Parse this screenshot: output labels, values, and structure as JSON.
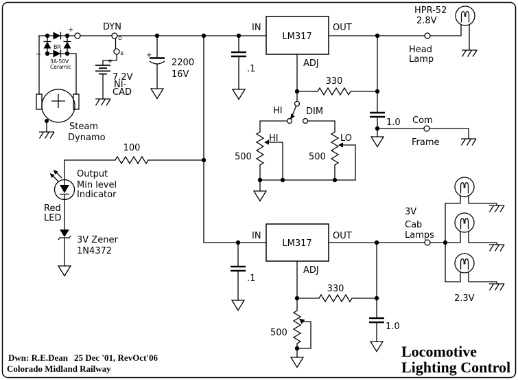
{
  "colors": {
    "ink": "#000000",
    "paper": "#ffffff"
  },
  "title_block": {
    "drawn_by": "Dwn: R.E.Dean",
    "revision": "25 Dec '01, RevOct'06",
    "organization": "Colorado Midland Railway",
    "title_line1": "Locomotive",
    "title_line2": "Lighting Control"
  },
  "power": {
    "bridge": {
      "name": "BR",
      "plus": "+",
      "minus": "−",
      "rating1": "3A-50V",
      "rating2": "Ceramic"
    },
    "dynamo": {
      "line1": "Steam",
      "line2": "Dynamo"
    },
    "connector": {
      "label": "DYN",
      "pin_d": "D",
      "pin_b": "B"
    },
    "battery": {
      "plus": "+",
      "v1": "7.2V",
      "v2": "NI-",
      "v3": "CAD"
    },
    "filter_cap": {
      "plus": "+",
      "value": "2200",
      "voltage": "16V"
    }
  },
  "head_reg": {
    "part": "LM317",
    "in": "IN",
    "out": "OUT",
    "adj": "ADJ",
    "cin": ".1",
    "radj": "330",
    "cout": "1.0",
    "sw_hi": "HI",
    "sw_dim": "DIM",
    "pot_hi_name": "HI",
    "pot_hi_value": "500",
    "pot_lo_name": "LO",
    "pot_lo_value": "500",
    "lamp_part": "HPR-52",
    "lamp_v": "2.8V",
    "lamp_term1": "Head",
    "lamp_term2": "Lamp",
    "com1": "Com",
    "com2": "Frame"
  },
  "indicator": {
    "r": "100",
    "t1": "Output",
    "t2": "Min level",
    "t3": "Indicator",
    "led1": "Red",
    "led2": "LED",
    "z1": "3V Zener",
    "z2": "1N4372"
  },
  "cab_reg": {
    "part": "LM317",
    "in": "IN",
    "out": "OUT",
    "adj": "ADJ",
    "cin": ".1",
    "radj": "330",
    "pot": "500",
    "cout": "1.0",
    "t1": "3V",
    "t2": "Cab",
    "t3": "Lamps",
    "lamp_v": "2.3V"
  }
}
